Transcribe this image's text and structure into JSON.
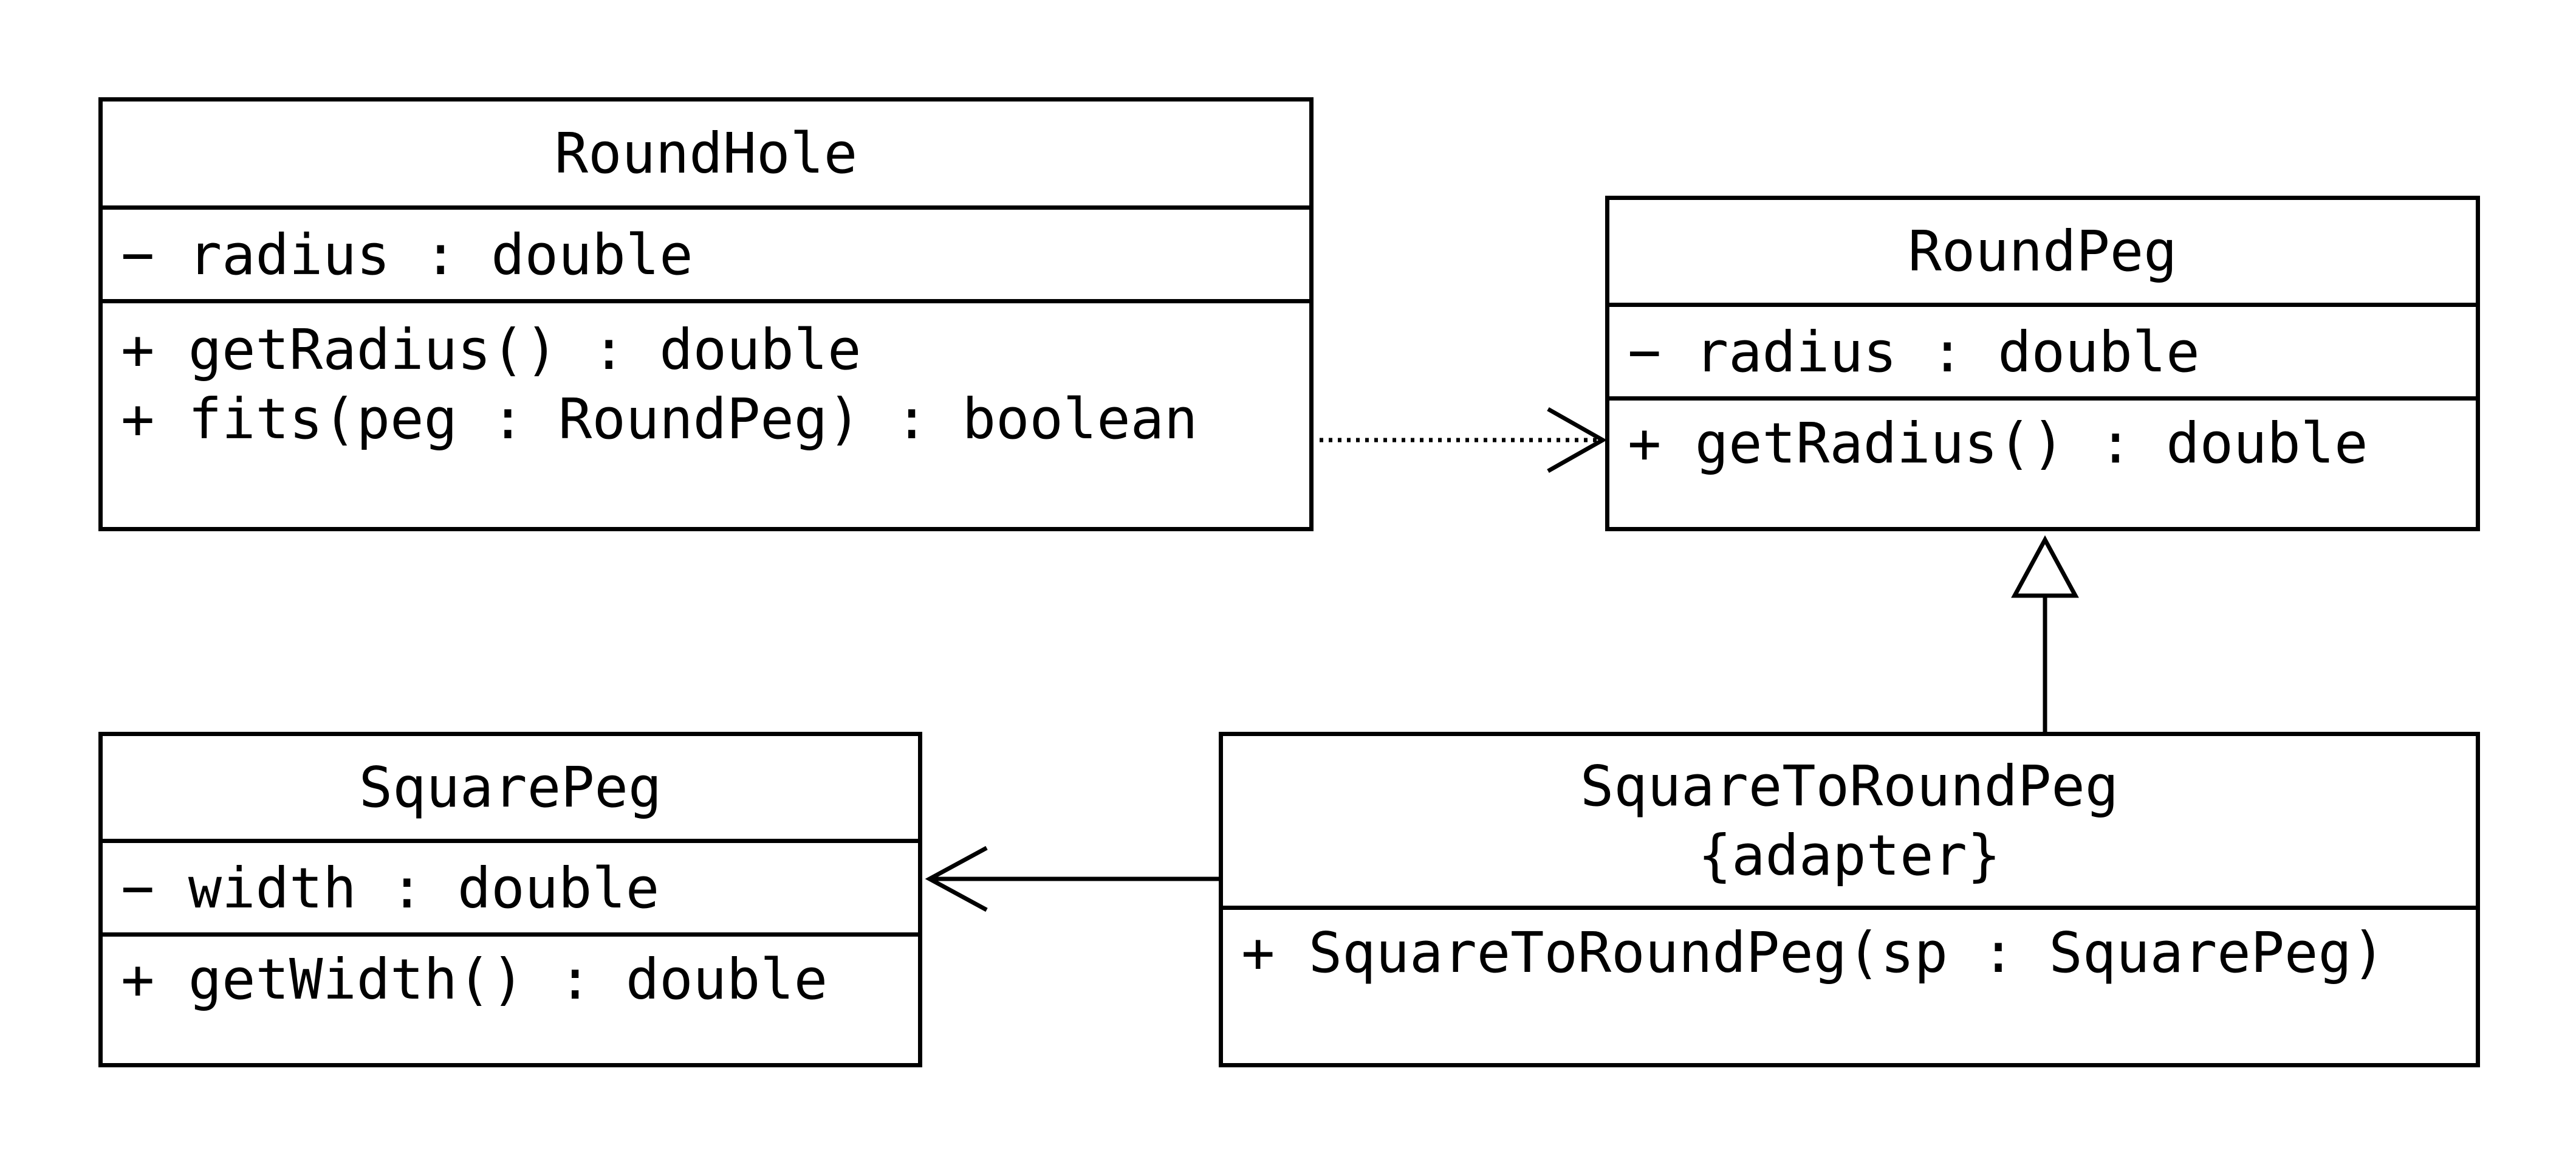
{
  "classes": {
    "round_hole": {
      "name": "RoundHole",
      "attributes": [
        "− radius : double"
      ],
      "operations": [
        "+ getRadius() : double",
        "+ fits(peg : RoundPeg) : boolean"
      ]
    },
    "round_peg": {
      "name": "RoundPeg",
      "attributes": [
        "− radius : double"
      ],
      "operations": [
        "+ getRadius() : double"
      ]
    },
    "square_peg": {
      "name": "SquarePeg",
      "attributes": [
        "− width : double"
      ],
      "operations": [
        "+ getWidth() : double"
      ]
    },
    "adapter": {
      "name": "SquareToRoundPeg",
      "stereotype": "{adapter}",
      "operations": [
        "+ SquareToRoundPeg(sp : SquarePeg)"
      ]
    }
  },
  "relationships": [
    {
      "type": "dependency",
      "from": "RoundHole",
      "to": "RoundPeg"
    },
    {
      "type": "generalization",
      "from": "SquareToRoundPeg",
      "to": "RoundPeg"
    },
    {
      "type": "association",
      "from": "SquareToRoundPeg",
      "to": "SquarePeg"
    }
  ],
  "colors": {
    "line": "#000000",
    "background": "#ffffff"
  }
}
